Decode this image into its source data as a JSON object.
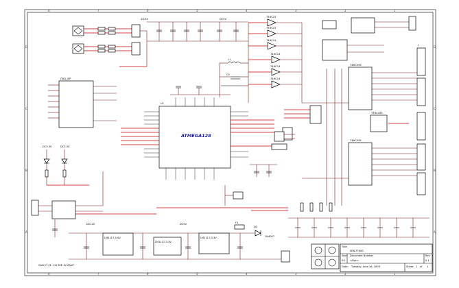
{
  "frame": {
    "columns": [
      "8",
      "7",
      "6",
      "5",
      "4",
      "3",
      "2",
      "1"
    ],
    "rows": [
      "D",
      "C",
      "B",
      "A"
    ]
  },
  "components": {
    "mcu": {
      "ref": "U1",
      "name": "ATMEGA128"
    },
    "osc_l1": "L1",
    "osc_c5": "C5",
    "jtag": "JTAG_ISP",
    "dc_inputs": [
      "DC12V",
      "DC5V",
      "DC3.3V",
      "DC3V"
    ],
    "reg_u": [
      "LM1117-5.0V",
      "LM1117-3.3V",
      "LM1117-3.3V"
    ],
    "diode": "D2",
    "diode_part": "1N4007",
    "fuse": "F1",
    "buffers": [
      "74HC14",
      "74HC14",
      "74HC14",
      "74HC14",
      "74HC14",
      "74HC14"
    ],
    "ic_right": [
      "74HC595",
      "74HC595",
      "74HC165"
    ],
    "header_prefix": "J"
  },
  "title_block": {
    "title_label": "Title",
    "title_value": "SEN-T7X00",
    "size_label": "Size",
    "size_value": "A3",
    "doc_label": "Document Number",
    "doc_value": "<Doc>",
    "rev_label": "Rev",
    "rev_value": "0.1",
    "date_label": "Date:",
    "date_value": "Tuesday, June 16, 2009",
    "sheet_label": "Sheet",
    "sheet_value": "1",
    "of_label": "of",
    "of_value": "1"
  },
  "footnote": "CAN  ST  (3~12)  SEE   3V  RANT"
}
